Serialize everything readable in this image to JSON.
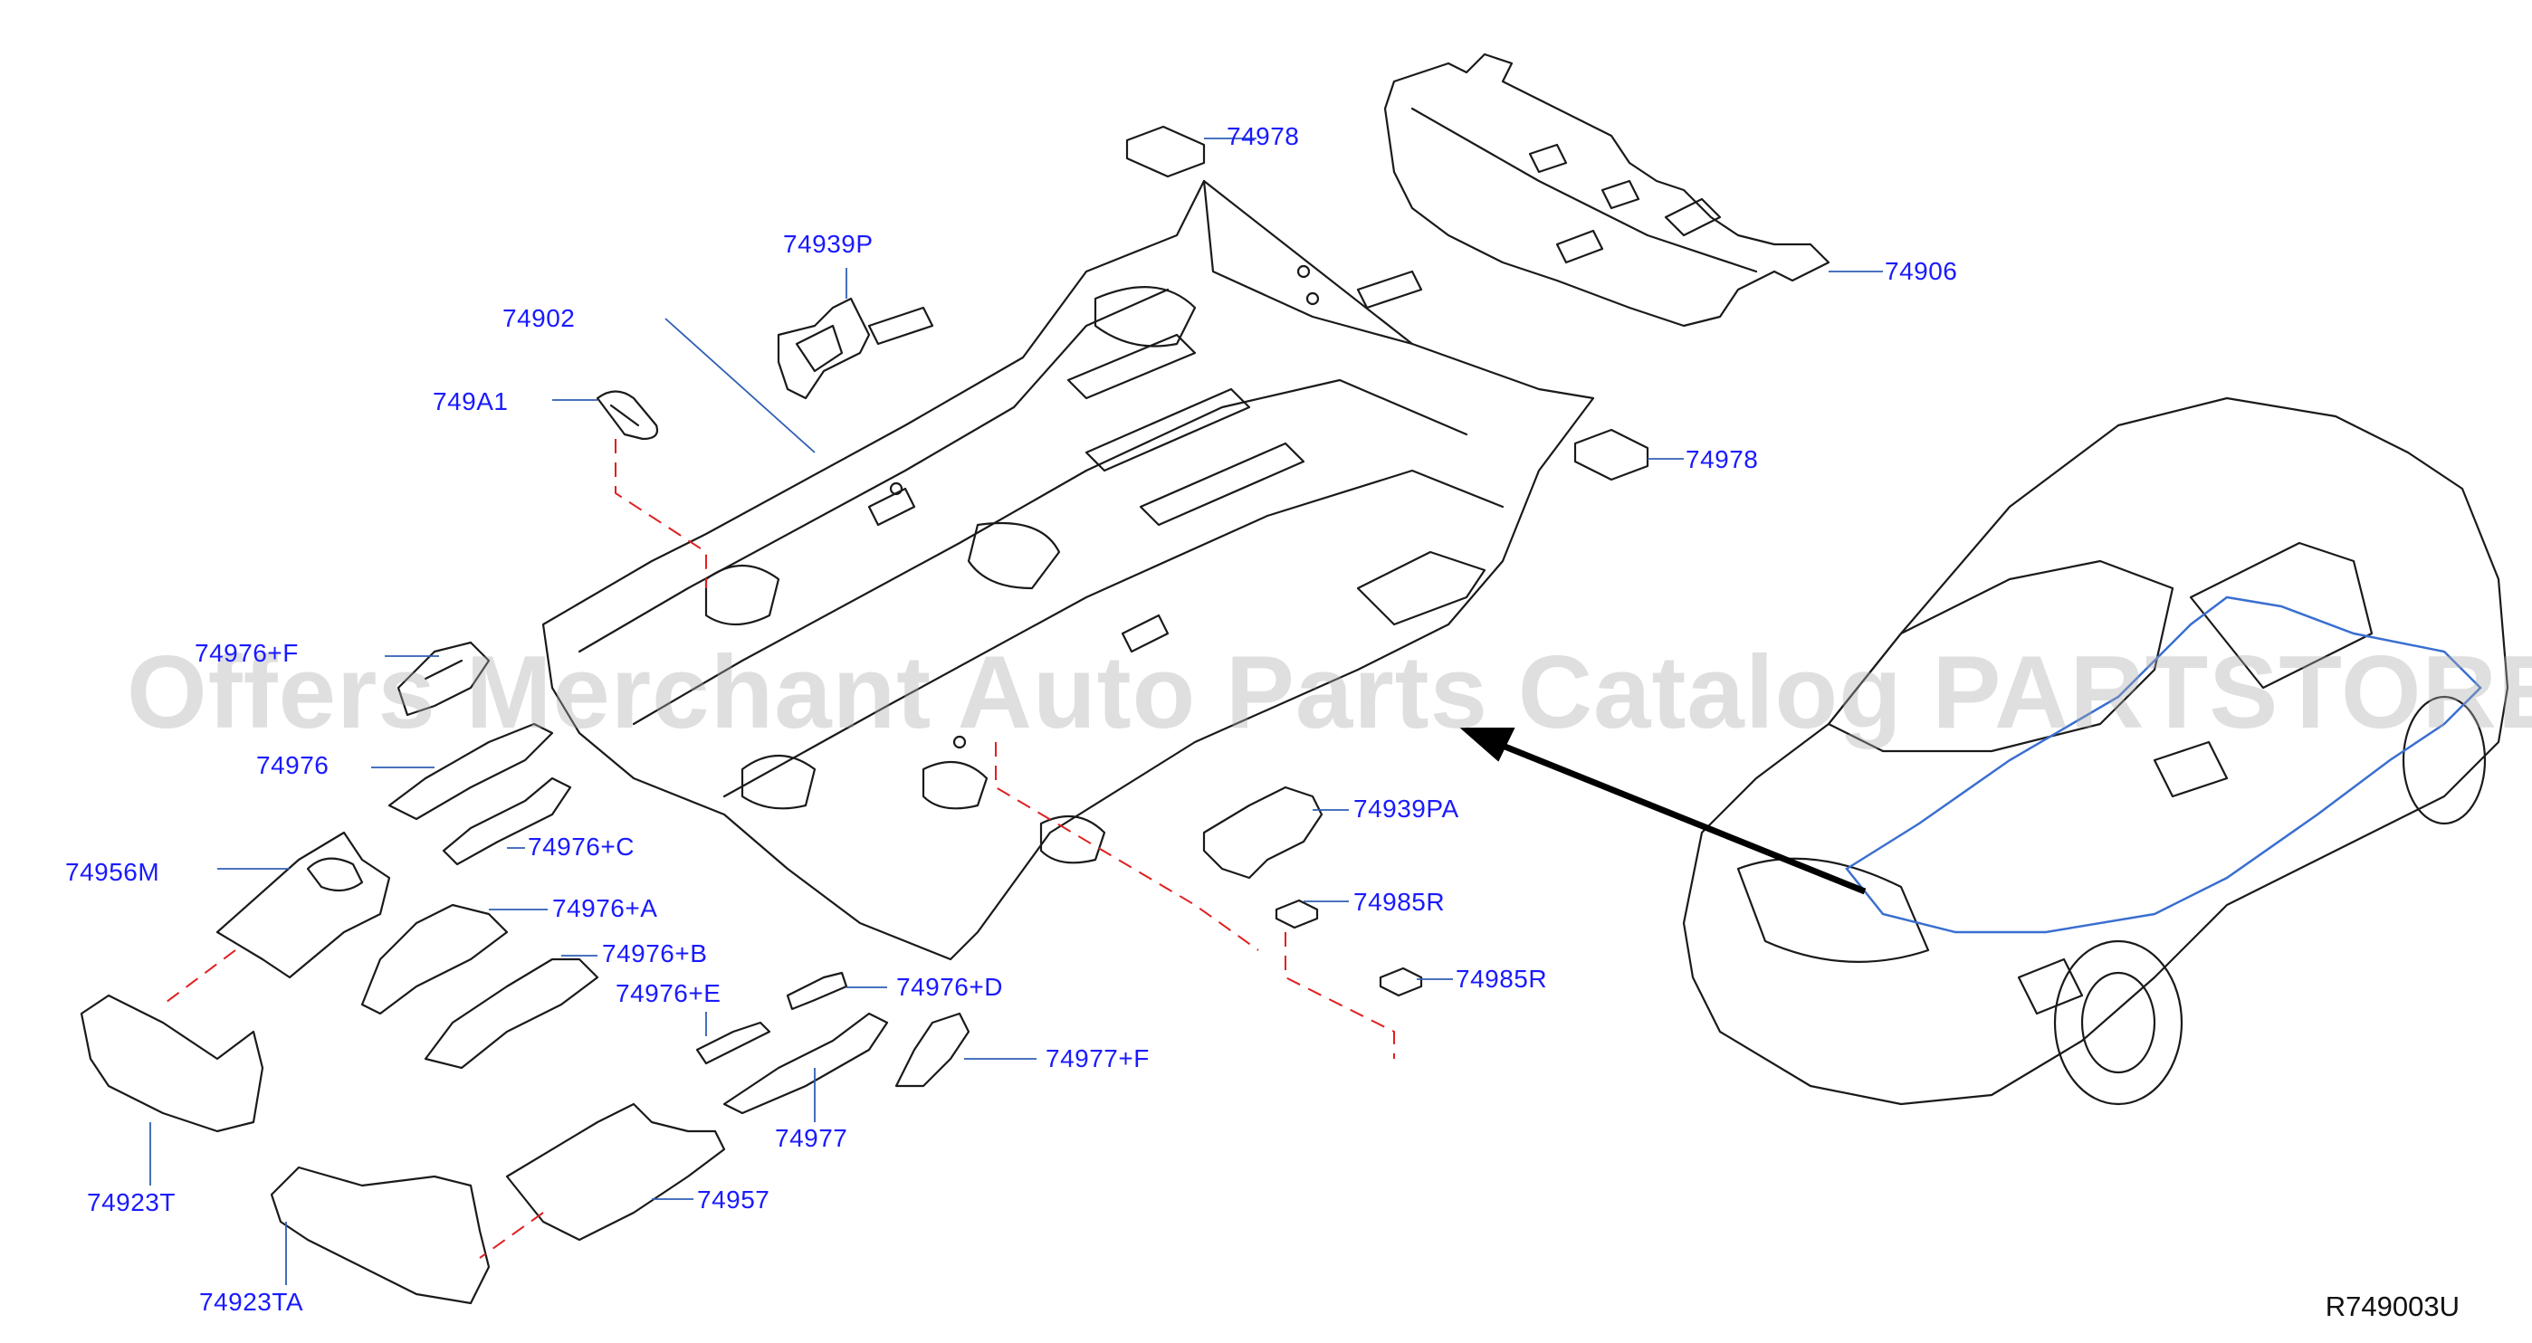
{
  "diagram": {
    "reference_code": "R749003U",
    "watermark": "Offers Merchant Auto Parts Catalog PARTSTORE.SA",
    "colors": {
      "line_art": "#1a1a1a",
      "label": "#1a1aff",
      "leader": "#2f5fb5",
      "dashed_leader": "#e02020",
      "vehicle_highlight": "#3a6fd0"
    },
    "parts": [
      {
        "id": "74978-top",
        "label": "74978"
      },
      {
        "id": "74906",
        "label": "74906"
      },
      {
        "id": "74939P",
        "label": "74939P"
      },
      {
        "id": "74902",
        "label": "74902"
      },
      {
        "id": "749A1",
        "label": "749A1"
      },
      {
        "id": "74978-right",
        "label": "74978"
      },
      {
        "id": "74976F",
        "label": "74976+F"
      },
      {
        "id": "74976",
        "label": "74976"
      },
      {
        "id": "74976C",
        "label": "74976+C"
      },
      {
        "id": "74956M",
        "label": "74956M"
      },
      {
        "id": "74939PA",
        "label": "74939PA"
      },
      {
        "id": "74976A",
        "label": "74976+A"
      },
      {
        "id": "74985R-1",
        "label": "74985R"
      },
      {
        "id": "74976B",
        "label": "74976+B"
      },
      {
        "id": "74985R-2",
        "label": "74985R"
      },
      {
        "id": "74976E",
        "label": "74976+E"
      },
      {
        "id": "74976D",
        "label": "74976+D"
      },
      {
        "id": "74977F",
        "label": "74977+F"
      },
      {
        "id": "74977",
        "label": "74977"
      },
      {
        "id": "74923T",
        "label": "74923T"
      },
      {
        "id": "74957",
        "label": "74957"
      },
      {
        "id": "74923TA",
        "label": "74923TA"
      }
    ]
  }
}
